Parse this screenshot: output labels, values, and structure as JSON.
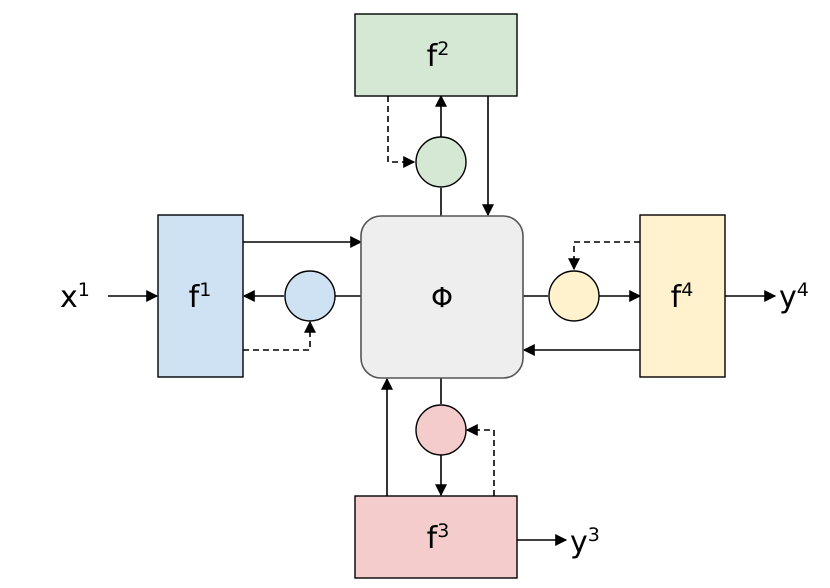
{
  "nodes": {
    "phi": {
      "label": "Φ",
      "fill": "#eeeeee"
    },
    "f1": {
      "base": "f",
      "sup": "1",
      "fill": "#cfe2f3"
    },
    "f2": {
      "base": "f",
      "sup": "2",
      "fill": "#d5e8d4"
    },
    "f3": {
      "base": "f",
      "sup": "3",
      "fill": "#f4cccc"
    },
    "f4": {
      "base": "f",
      "sup": "4",
      "fill": "#fff2cc"
    }
  },
  "gates": {
    "g1": {
      "fill": "#cfe2f3"
    },
    "g2": {
      "fill": "#d5e8d4"
    },
    "g3": {
      "fill": "#f4cccc"
    },
    "g4": {
      "fill": "#fff2cc"
    }
  },
  "io": {
    "x1": {
      "base": "x",
      "sup": "1"
    },
    "y3": {
      "base": "y",
      "sup": "3"
    },
    "y4": {
      "base": "y",
      "sup": "4"
    }
  }
}
